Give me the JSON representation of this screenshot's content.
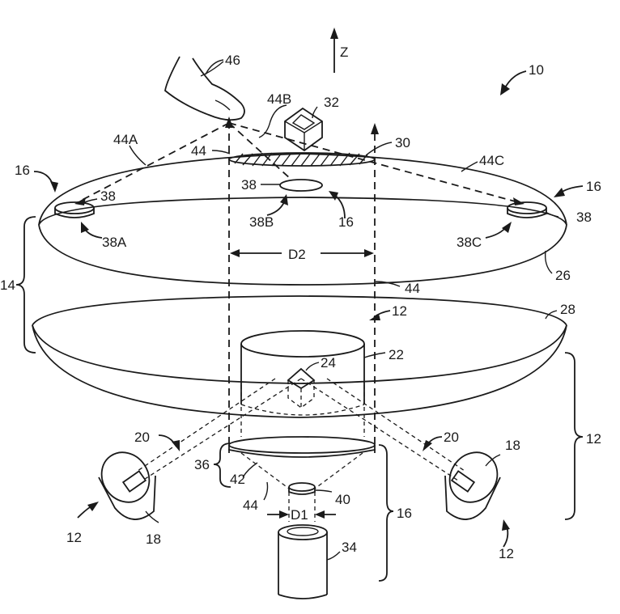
{
  "labels": {
    "z": "Z",
    "l10": "10",
    "l46": "46",
    "l44B": "44B",
    "l32": "32",
    "l44A": "44A",
    "l44_top": "44",
    "l30": "30",
    "l44C": "44C",
    "l16_left": "16",
    "l38_left": "38",
    "l38_mid": "38",
    "l16_right": "16",
    "l38_right": "38",
    "l38A": "38A",
    "l38B": "38B",
    "l16_mid": "16",
    "l38C": "38C",
    "lD2": "D2",
    "l26": "26",
    "l14": "14",
    "l44_mid": "44",
    "l12_top": "12",
    "l28": "28",
    "l24": "24",
    "l22": "22",
    "l12_right": "12",
    "l20_left": "20",
    "l20_right": "20",
    "l18_right": "18",
    "l36": "36",
    "l42": "42",
    "l40": "40",
    "l44_bot": "44",
    "lD1": "D1",
    "l16_bot": "16",
    "l12_bl": "12",
    "l18_left": "18",
    "l34": "34",
    "l12_br": "12"
  }
}
